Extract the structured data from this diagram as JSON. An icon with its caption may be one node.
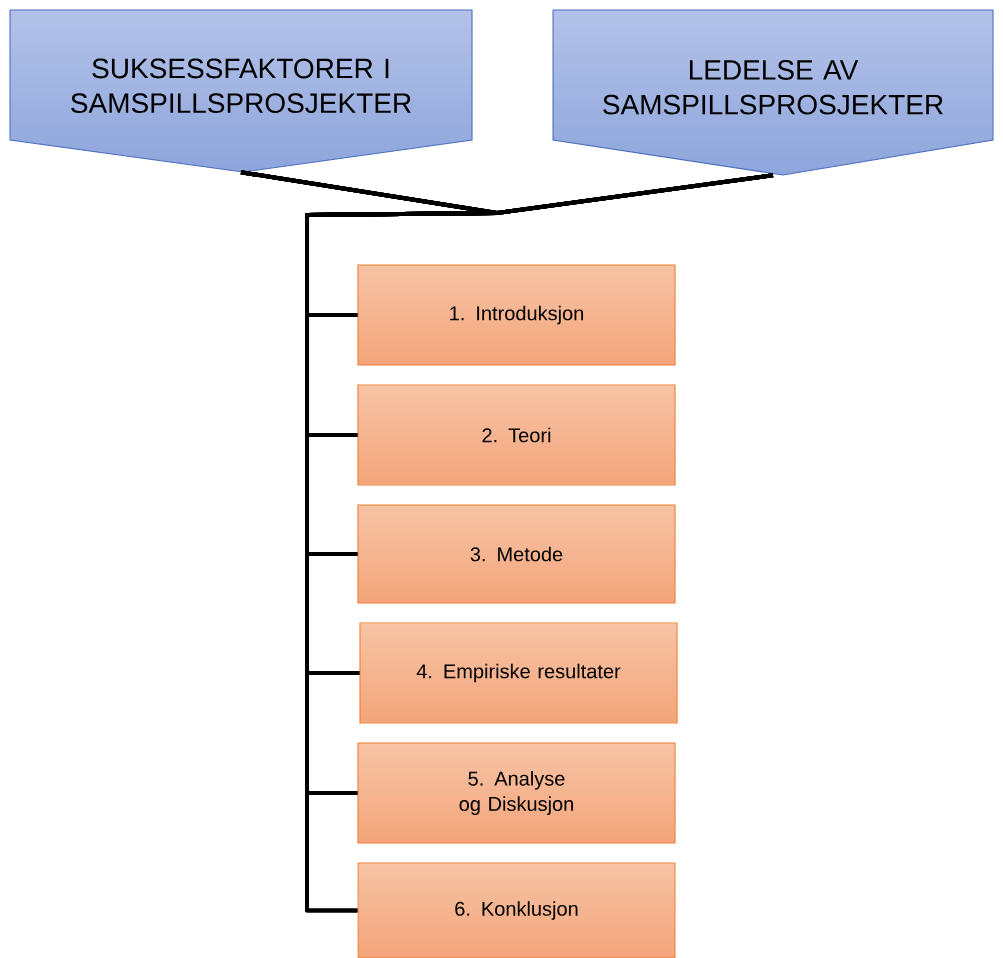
{
  "diagram": {
    "nodes": [
      {
        "text": [
          "SUKSESSFAKTORER I SAMSPILLSPROSJEKTER"
        ]
      },
      {
        "text": [
          "LEDELSE AV SAMSPILLSPROSJEKTER"
        ]
      },
      {
        "text": [
          "1. Introduksjon"
        ]
      },
      {
        "text": [
          "2. Teori"
        ]
      },
      {
        "text": [
          "3. Metode"
        ]
      },
      {
        "text": [
          "4. Empiriske resultater"
        ]
      },
      {
        "text": [
          "5. Analyse og Diskusjon"
        ]
      },
      {
        "text": [
          "6. Konklusjon"
        ]
      }
    ],
    "edges": [
      {
        "from": 0,
        "to": 2,
        "arrow": "none"
      },
      {
        "from": 0,
        "to": 3,
        "arrow": "none"
      },
      {
        "from": 0,
        "to": 4,
        "arrow": "none"
      },
      {
        "from": 0,
        "to": 5,
        "arrow": "none"
      },
      {
        "from": 0,
        "to": 6,
        "arrow": "none"
      },
      {
        "from": 0,
        "to": 7,
        "arrow": "none"
      },
      {
        "from": 1,
        "to": 2,
        "arrow": "none"
      },
      {
        "from": 1,
        "to": 3,
        "arrow": "none"
      },
      {
        "from": 1,
        "to": 4,
        "arrow": "none"
      },
      {
        "from": 1,
        "to": 5,
        "arrow": "none"
      },
      {
        "from": 1,
        "to": 6,
        "arrow": "none"
      },
      {
        "from": 1,
        "to": 7,
        "arrow": "none"
      }
    ]
  }
}
